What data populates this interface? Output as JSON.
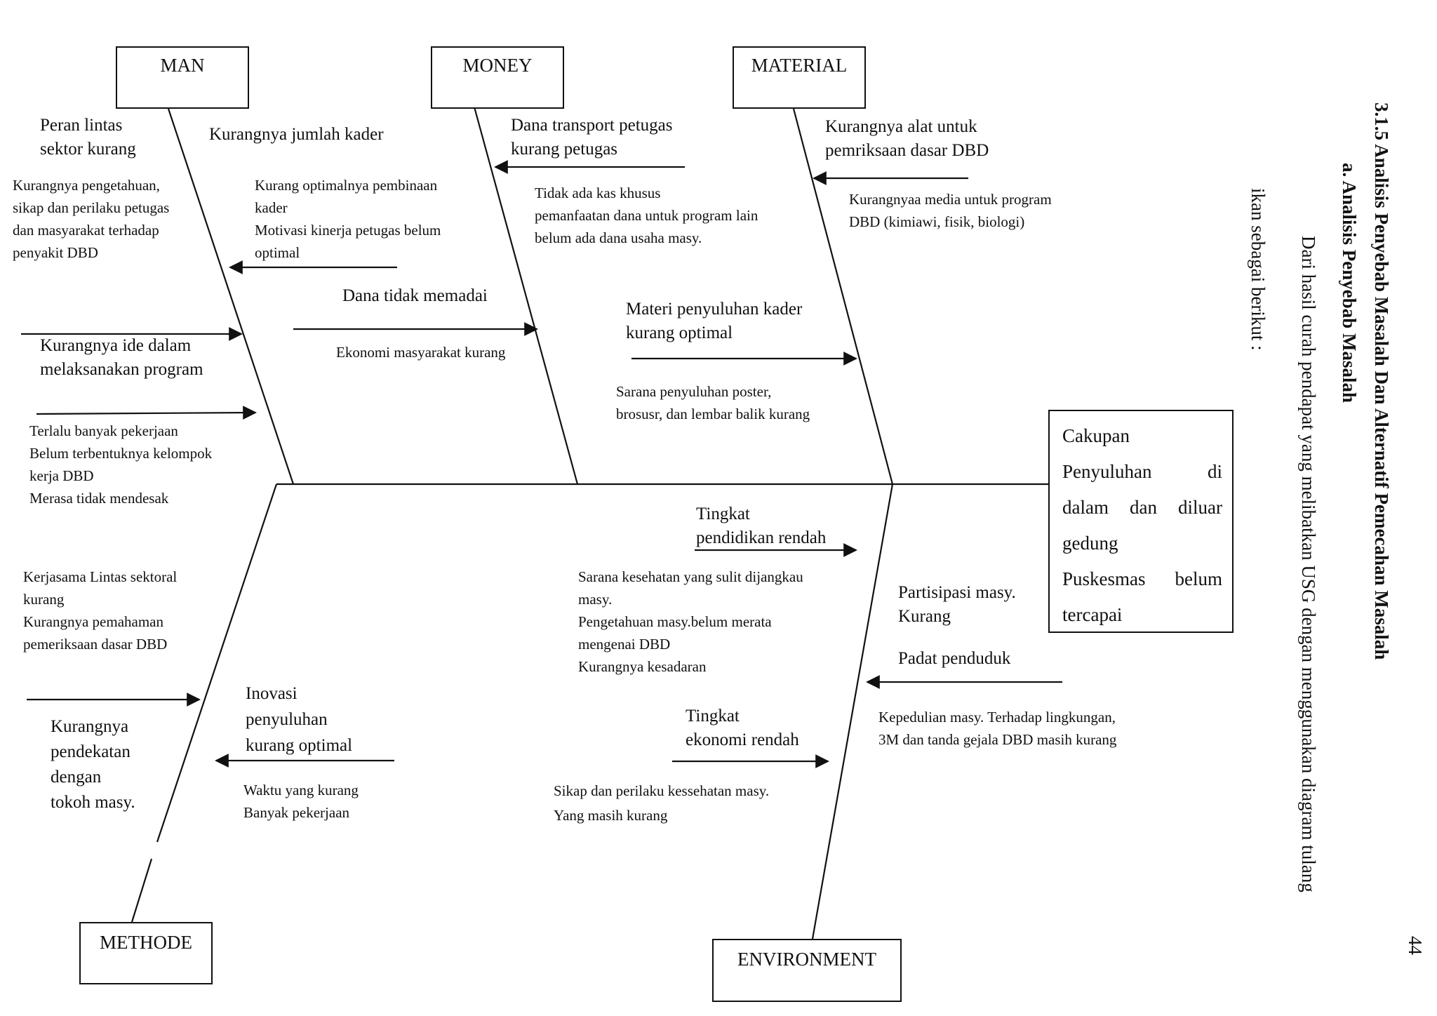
{
  "header": {
    "page_number": "44",
    "section_title": "3.1.5   Analisis Penyebab Masalah Dan Alternatif Pemecahan Masalah",
    "subsection_title": "a.  Analisis Penyebab Masalah",
    "intro_line1": "Dari hasil curah pendapat yang melibatkan USG dengan menggunakan diagram tulang",
    "intro_line2": "ikan sebagai berikut :"
  },
  "categories": {
    "man": "MAN",
    "money": "MONEY",
    "material": "MATERIAL",
    "methode": "METHODE",
    "environment": "ENVIRONMENT"
  },
  "effect": {
    "lines": [
      [
        "Cakupan"
      ],
      [
        "Penyuluhan",
        "di"
      ],
      [
        "dalam",
        "dan",
        "diluar"
      ],
      [
        "gedung"
      ],
      [
        "Puskesmas",
        "belum"
      ],
      [
        "tercapai"
      ]
    ]
  },
  "man": {
    "cause1": [
      "Peran lintas",
      "sektor kurang"
    ],
    "cause2": [
      "Kurangnya jumlah  kader"
    ],
    "sub1": [
      "Kurangnya pengetahuan,",
      "sikap dan perilaku petugas",
      "dan masyarakat terhadap",
      "penyakit DBD"
    ],
    "sub2": [
      "Kurang optimalnya  pembinaan",
      "kader",
      "Motivasi kinerja  petugas belum",
      "optimal"
    ],
    "cause3": [
      "Kurangnya ide dalam",
      "melaksanakan program"
    ],
    "sub3": [
      "Terlalu  banyak pekerjaan",
      "Belum  terbentuknya kelompok",
      "kerja  DBD",
      "Merasa tidak  mendesak"
    ]
  },
  "money": {
    "cause1": [
      "Dana transport petugas",
      "kurang  petugas"
    ],
    "sub1": [
      "Tidak ada kas khusus",
      "pemanfaatan dana untuk program lain",
      "belum ada dana usaha masy."
    ],
    "cause2": [
      "Dana tidak memadai"
    ],
    "sub2": [
      "Ekonomi  masyarakat kurang"
    ]
  },
  "material": {
    "cause1": [
      "Kurangnya alat untuk",
      "pemriksaan dasar DBD"
    ],
    "sub1": [
      "Kurangnyaa media untuk program",
      "DBD  (kimiawi,   fisik,  biologi)"
    ],
    "cause2": [
      "Materi penyuluhan  kader",
      "kurang optimal"
    ],
    "sub2": [
      "Sarana penyuluhan poster,",
      "brosusr, dan lembar  balik kurang"
    ]
  },
  "methode": {
    "sub1": [
      "Kerjasama  Lintas  sektoral",
      "kurang",
      "Kurangnya pemahaman",
      "pemeriksaan  dasar DBD"
    ],
    "cause1": [
      "Kurangnya",
      "pendekatan",
      "dengan",
      "tokoh masy."
    ],
    "cause2": [
      "Inovasi",
      "penyuluhan",
      "kurang optimal"
    ],
    "sub2": [
      "Waktu  yang kurang",
      "Banyak pekerjaan"
    ]
  },
  "environment": {
    "cause1": [
      "Tingkat",
      "pendidikan   rendah"
    ],
    "sub1": [
      "Sarana kesehatan yang sulit dijangkau",
      "masy.",
      "Pengetahuan masy.belum merata",
      "mengenai DBD",
      "Kurangnya kesadaran"
    ],
    "cause2": [
      "Partisipasi masy.",
      "Kurang"
    ],
    "cause3": [
      "Padat  penduduk"
    ],
    "sub3": [
      "Kepedulian  masy. Terhadap lingkungan,",
      "3M  dan tanda gejala DBD masih  kurang"
    ],
    "cause4": [
      "Tingkat",
      "ekonomi rendah"
    ],
    "sub4": [
      "Sikap  dan perilaku  kessehatan masy.",
      "Yang  masih  kurang"
    ]
  }
}
